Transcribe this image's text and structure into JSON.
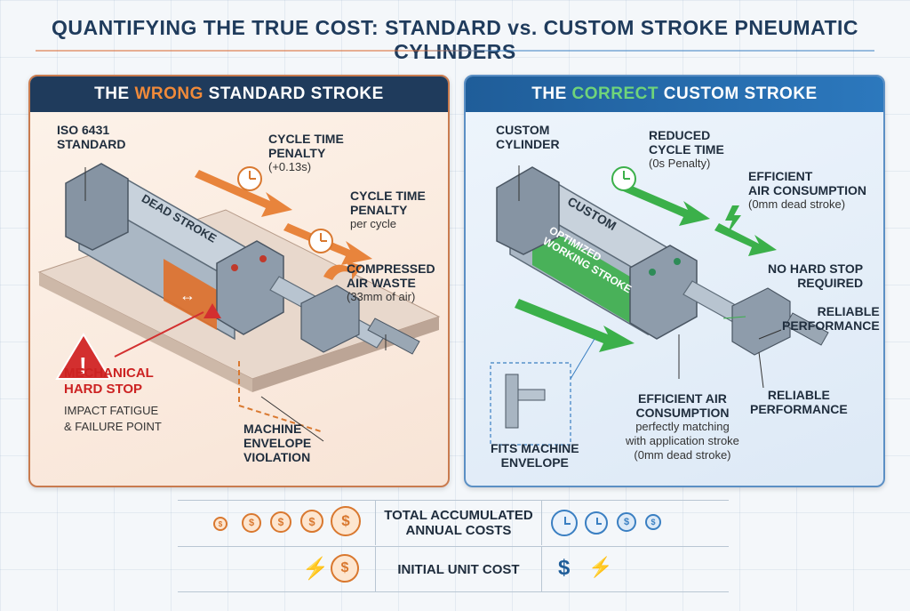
{
  "title": "QUANTIFYING THE TRUE COST: STANDARD vs. CUSTOM STROKE PNEUMATIC CYLINDERS",
  "left_panel": {
    "header_pre": "THE ",
    "header_highlight": "WRONG",
    "header_post": " STANDARD STROKE",
    "iso_line1": "ISO 6431",
    "iso_line2": "STANDARD",
    "cycle1_line1": "CYCLE TIME",
    "cycle1_line2": "PENALTY",
    "cycle1_sub": "(+0.13s)",
    "cycle2_line1": "CYCLE TIME",
    "cycle2_line2": "PENALTY",
    "cycle2_sub": "per cycle",
    "air_line1": "COMPRESSED",
    "air_line2": "AIR WASTE",
    "air_sub": "(33mm of air)",
    "dead_stroke": "DEAD STROKE",
    "hardstop_line1": "MECHANICAL",
    "hardstop_line2": "HARD STOP",
    "hardstop_sub1": "IMPACT FATIGUE",
    "hardstop_sub2": "& FAILURE POINT",
    "envelope_line1": "MACHINE",
    "envelope_line2": "ENVELOPE",
    "envelope_line3": "VIOLATION"
  },
  "right_panel": {
    "header_pre": "THE ",
    "header_highlight": "CORRECT",
    "header_post": " CUSTOM STROKE",
    "custom_line1": "CUSTOM",
    "custom_line2": "CYLINDER",
    "reduced_line1": "REDUCED",
    "reduced_line2": "CYCLE TIME",
    "reduced_sub": "(0s Penalty)",
    "eff1_line1": "EFFICIENT",
    "eff1_line2": "AIR CONSUMPTION",
    "eff1_sub": "(0mm dead stroke)",
    "barrel_label": "CUSTOM",
    "optimized_line1": "OPTIMIZED",
    "optimized_line2": "WORKING STROKE",
    "nohard_line1": "NO HARD STOP",
    "nohard_line2": "REQUIRED",
    "reliable1_line1": "RELIABLE",
    "reliable1_line2": "PERFORMANCE",
    "eff2_line1": "EFFICIENT AIR",
    "eff2_line2": "CONSUMPTION",
    "eff2_sub1": "perfectly matching",
    "eff2_sub2": "with application stroke",
    "eff2_sub3": "(0mm dead stroke)",
    "reliable2_line1": "RELIABLE",
    "reliable2_line2": "PERFORMANCE",
    "fits_line1": "FITS MACHINE",
    "fits_line2": "ENVELOPE"
  },
  "bottom": {
    "row1_line1": "TOTAL ACCUMULATED",
    "row1_line2": "ANNUAL COSTS",
    "row2_label": "INITIAL UNIT COST",
    "coin_symbol": "$",
    "bolt_symbol": "⚡"
  },
  "colors": {
    "wrong_orange": "#d9782f",
    "correct_green": "#3bb04a",
    "navy": "#1f3b5c",
    "blue": "#3a7fc2",
    "alert_red": "#d32f2f"
  },
  "icons": [
    "clock-icon",
    "compressed-air-arrow-icon",
    "warning-triangle-icon",
    "lightning-icon",
    "dollar-coin-icon"
  ]
}
